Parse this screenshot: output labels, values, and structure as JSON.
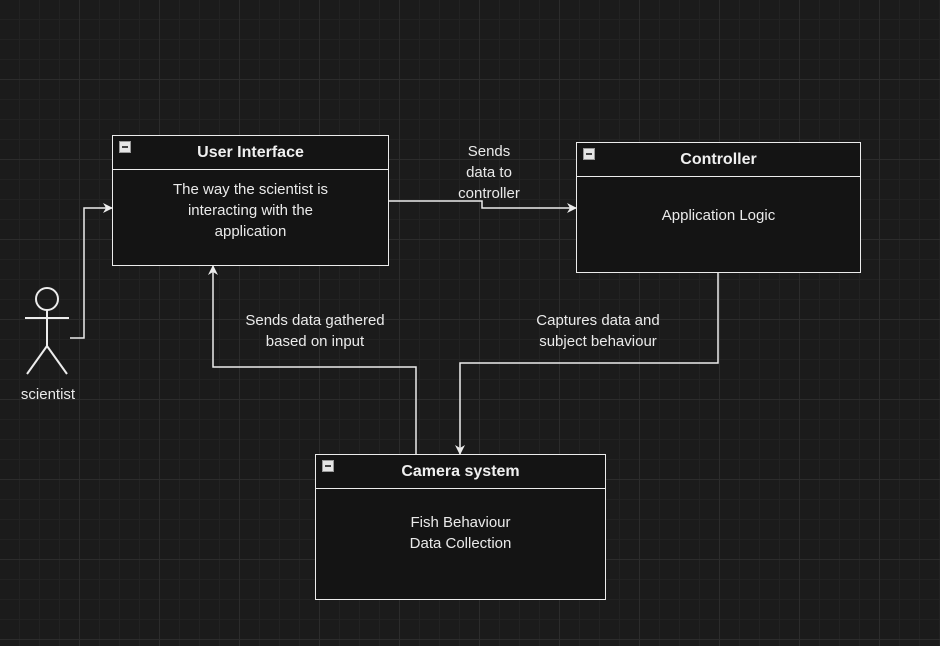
{
  "actor": {
    "label": "scientist"
  },
  "boxes": {
    "user_interface": {
      "title": "User Interface",
      "body": [
        "The way the scientist is",
        "interacting with the",
        "application"
      ]
    },
    "controller": {
      "title": "Controller",
      "body": [
        "Application Logic"
      ]
    },
    "camera_system": {
      "title": "Camera system",
      "body": [
        "Fish Behaviour",
        "Data Collection"
      ]
    }
  },
  "edges": {
    "ui_to_controller": [
      "Sends",
      "data to",
      "controller"
    ],
    "controller_to_camera": [
      "Captures data and",
      "subject behaviour"
    ],
    "camera_to_ui": [
      "Sends data gathered",
      "based on input"
    ]
  },
  "colors": {
    "background": "#1b1b1b",
    "stroke": "#ececec",
    "box_fill": "#141414"
  }
}
